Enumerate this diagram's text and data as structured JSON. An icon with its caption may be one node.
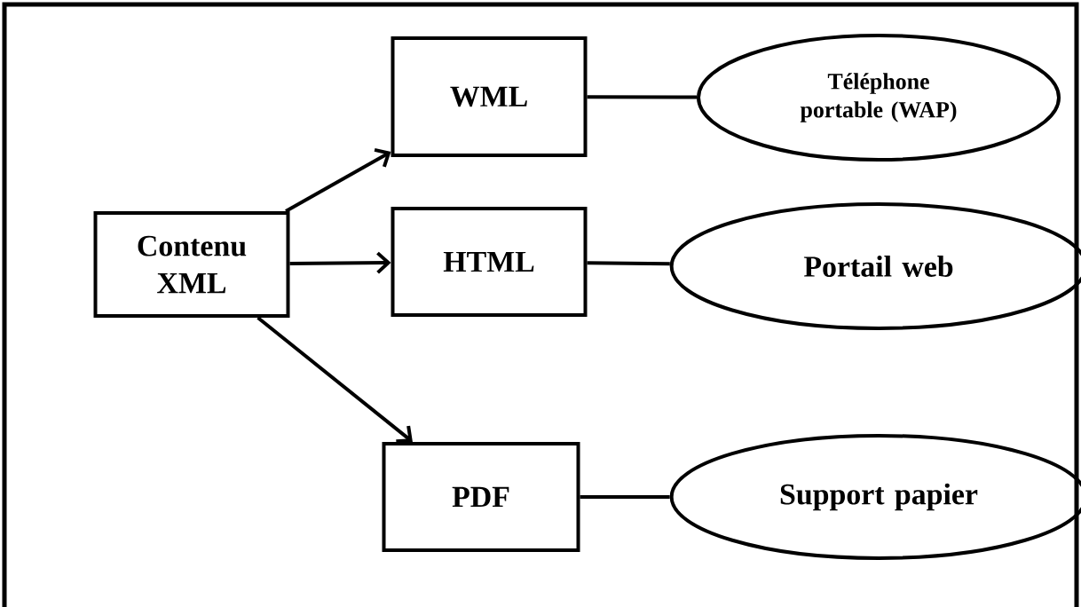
{
  "diagram": {
    "nodes": [
      {
        "text": [
          "Contenu XML"
        ]
      },
      {
        "text": [
          "WML"
        ]
      },
      {
        "text": [
          "Téléphone portable (WAP)"
        ]
      },
      {
        "text": [
          "HTML"
        ]
      },
      {
        "text": [
          "Portail web"
        ]
      },
      {
        "text": [
          "PDF"
        ]
      },
      {
        "text": [
          "Support papier"
        ]
      }
    ],
    "edges": [
      {
        "from": 0,
        "to": 1,
        "arrow": "to"
      },
      {
        "from": 0,
        "to": 3,
        "arrow": "to"
      },
      {
        "from": 0,
        "to": 5,
        "arrow": "to"
      },
      {
        "from": 1,
        "to": 2,
        "arrow": "none"
      },
      {
        "from": 3,
        "to": 4,
        "arrow": "none"
      },
      {
        "from": 5,
        "to": 6,
        "arrow": "none"
      }
    ]
  }
}
